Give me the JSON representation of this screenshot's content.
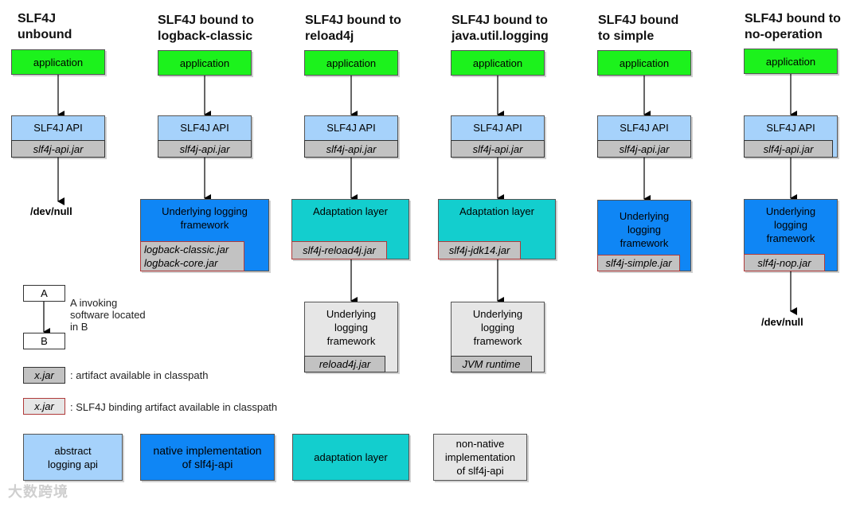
{
  "columns": {
    "unbound": {
      "title": "SLF4J\nunbound",
      "app": "application",
      "api": "SLF4J API",
      "api_jar": "slf4j-api.jar",
      "null": "/dev/null"
    },
    "logback": {
      "title": "SLF4J bound to\nlogback-classic",
      "app": "application",
      "api": "SLF4J API",
      "api_jar": "slf4j-api.jar",
      "framework": "Underlying logging\nframework",
      "jar": "logback-classic.jar\nlogback-core.jar"
    },
    "reload4j": {
      "title": "SLF4J bound to\nreload4j",
      "app": "application",
      "api": "SLF4J API",
      "api_jar": "slf4j-api.jar",
      "adaptation": "Adaptation layer",
      "adapt_jar": "slf4j-reload4j.jar",
      "framework": "Underlying\nlogging\nframework",
      "framework_jar": "reload4j.jar"
    },
    "jul": {
      "title": "SLF4J bound to\njava.util.logging",
      "app": "application",
      "api": "SLF4J API",
      "api_jar": "slf4j-api.jar",
      "adaptation": "Adaptation layer",
      "adapt_jar": "slf4j-jdk14.jar",
      "framework": "Underlying\nlogging\nframework",
      "framework_jar": "JVM runtime"
    },
    "simple": {
      "title": "SLF4J bound\nto simple",
      "app": "application",
      "api": "SLF4J API",
      "api_jar": "slf4j-api.jar",
      "framework": "Underlying\nlogging\nframework",
      "jar": "slf4j-simple.jar"
    },
    "nop": {
      "title": "SLF4J bound to\nno-operation",
      "app": "application",
      "api": "SLF4J API",
      "api_jar": "slf4j-api.jar",
      "framework": "Underlying\nlogging\nframework",
      "jar": "slf4j-nop.jar",
      "null": "/dev/null"
    }
  },
  "legend": {
    "a": "A",
    "b": "B",
    "invoking": "A invoking\nsoftware located\nin B",
    "jar_sample": "x.jar",
    "artifact": ": artifact available in classpath",
    "binding_sample": "x.jar",
    "binding": ": SLF4J binding artifact available in classpath",
    "abstract": "abstract\nlogging api",
    "native": "native implementation\nof slf4j-api",
    "adaptation": "adaptation layer",
    "nonnative": "non-native\nimplementation\nof slf4j-api"
  },
  "watermark": "大数跨境",
  "colors": {
    "application": "#1cf21c",
    "abstract_api": "#a6d2fb",
    "native": "#0f86f5",
    "adaptation": "#13cece",
    "nonnative": "#e6e6e6",
    "jar": "#c2c2c2",
    "binding_border": "#b03a3a"
  }
}
